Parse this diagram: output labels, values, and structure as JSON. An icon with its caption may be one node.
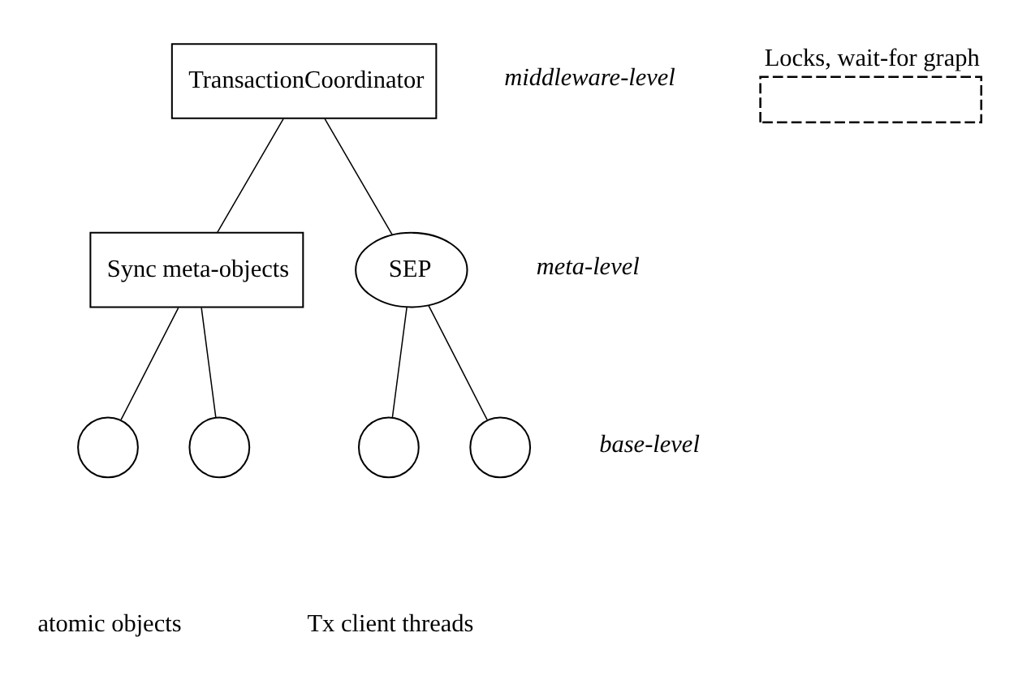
{
  "diagram": {
    "nodes": [
      {
        "text": [
          "TransactionCoordinator"
        ]
      },
      {
        "text": [
          "Locks, wait-for graph"
        ]
      },
      {
        "text": [
          "Sync meta-objects"
        ]
      },
      {
        "text": [
          "SEP"
        ]
      },
      {
        "text": [],
        "shape": "circle"
      },
      {
        "text": [],
        "shape": "circle"
      },
      {
        "text": [],
        "shape": "circle"
      },
      {
        "text": [],
        "shape": "circle"
      }
    ],
    "edges": [
      {
        "from": 0,
        "to": 2,
        "arrow": "none"
      },
      {
        "from": 0,
        "to": 3,
        "arrow": "none"
      },
      {
        "from": 2,
        "to": 4,
        "arrow": "none"
      },
      {
        "from": 2,
        "to": 5,
        "arrow": "none"
      },
      {
        "from": 3,
        "to": 6,
        "arrow": "none"
      },
      {
        "from": 3,
        "to": 7,
        "arrow": "none"
      }
    ],
    "labels": [
      "middleware-level",
      "meta-level",
      "base-level",
      "atomic objects",
      "Tx client threads"
    ]
  }
}
